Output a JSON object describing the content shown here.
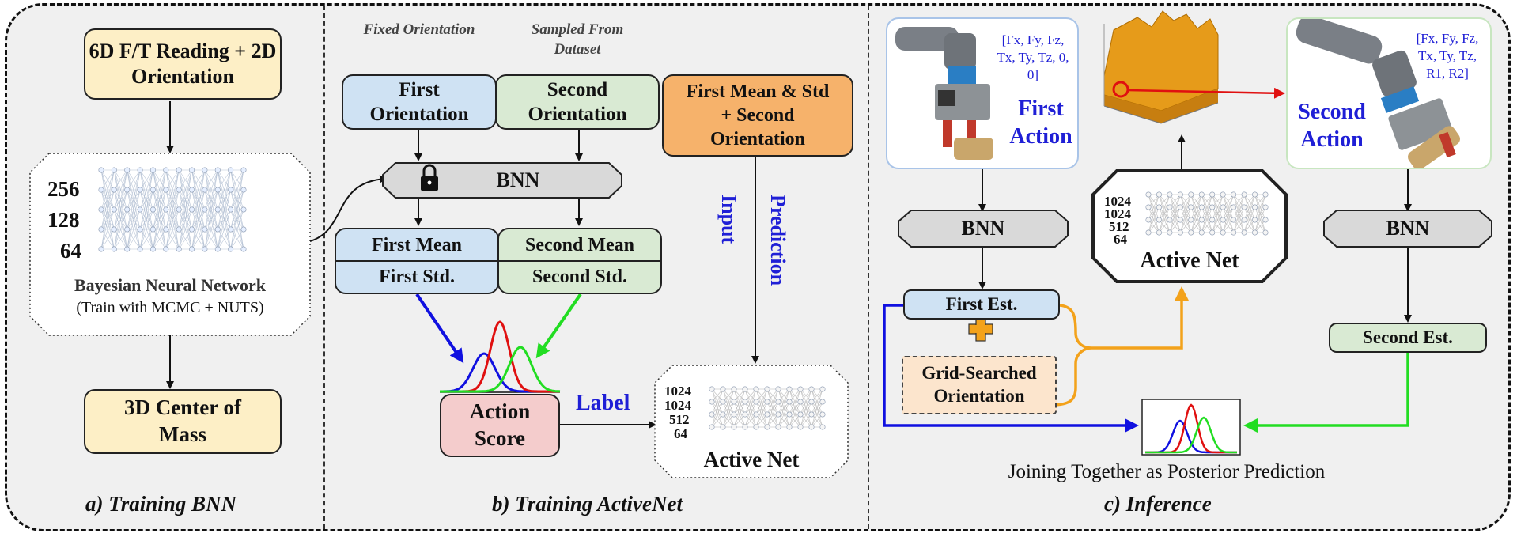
{
  "sections": {
    "a": {
      "caption": "a) Training BNN",
      "input_box": "6D F/T Reading + 2D Orientation",
      "network_sizes": [
        "256",
        "128",
        "64"
      ],
      "network_title": "Bayesian Neural Network",
      "network_subtitle": "(Train with MCMC + NUTS)",
      "output_box": "3D Center of Mass"
    },
    "b": {
      "caption": "b) Training ActiveNet",
      "fixed_label": "Fixed Orientation",
      "sampled_label": "Sampled From Dataset",
      "first_orientation": "First Orientation",
      "second_orientation": "Second Orientation",
      "bnn": "BNN",
      "first_mean": "First Mean",
      "first_std": "First Std.",
      "second_mean": "Second Mean",
      "second_std": "Second Std.",
      "action_score": "Action Score",
      "label": "Label",
      "input_box": "First Mean & Std + Second Orientation",
      "input_label": "Input",
      "prediction_label": "Prediction",
      "active_net_sizes": [
        "1024",
        "1024",
        "512",
        "64"
      ],
      "active_net": "Active Net"
    },
    "c": {
      "caption": "c) Inference",
      "first_vector": "[Fx, Fy, Fz, Tx, Ty, Tz, 0, 0]",
      "first_action": "First Action",
      "second_vector": "[Fx, Fy, Fz, Tx, Ty, Tz, R1, R2]",
      "second_action": "Second Action",
      "bnn_left": "BNN",
      "bnn_right": "BNN",
      "active_net_sizes": [
        "1024",
        "1024",
        "512",
        "64"
      ],
      "active_net": "Active Net",
      "first_est": "First Est.",
      "plus": "+",
      "grid_searched": "Grid-Searched Orientation",
      "second_est": "Second Est.",
      "posterior": "Joining Together as Posterior Prediction"
    }
  },
  "colors": {
    "blue_text": "#1f1fd6",
    "arrow_blue": "#1010e0",
    "arrow_green": "#22dd22",
    "arrow_orange": "#f3a21b",
    "arrow_red": "#e01010"
  }
}
